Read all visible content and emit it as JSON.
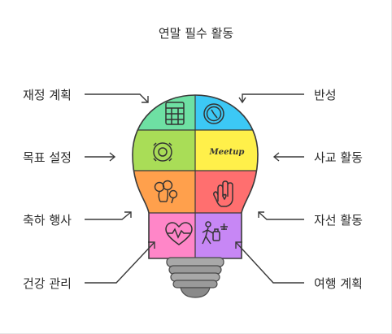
{
  "title": "연말 필수 활동",
  "labels": {
    "left": [
      "재정 계획",
      "목표 설정",
      "축하 행사",
      "건강 관리"
    ],
    "right": [
      "반성",
      "사교 활동",
      "자선 활동",
      "여행 계획"
    ]
  },
  "segments": [
    {
      "name": "finance",
      "color": "#6ee0a3",
      "icon": "calculator-icon"
    },
    {
      "name": "reflection",
      "color": "#3cc8f5",
      "icon": "clock-icon"
    },
    {
      "name": "goals",
      "color": "#a9dd57",
      "icon": "target-icon"
    },
    {
      "name": "social",
      "color": "#fff04a",
      "icon": "meetup-icon",
      "text": "Meetup"
    },
    {
      "name": "celebration",
      "color": "#ffa04c",
      "icon": "balloons-icon"
    },
    {
      "name": "charity",
      "color": "#ff6f6f",
      "icon": "hand-heart-icon"
    },
    {
      "name": "health",
      "color": "#ff86c8",
      "icon": "heartbeat-icon"
    },
    {
      "name": "travel",
      "color": "#c787f5",
      "icon": "traveler-icon"
    }
  ]
}
